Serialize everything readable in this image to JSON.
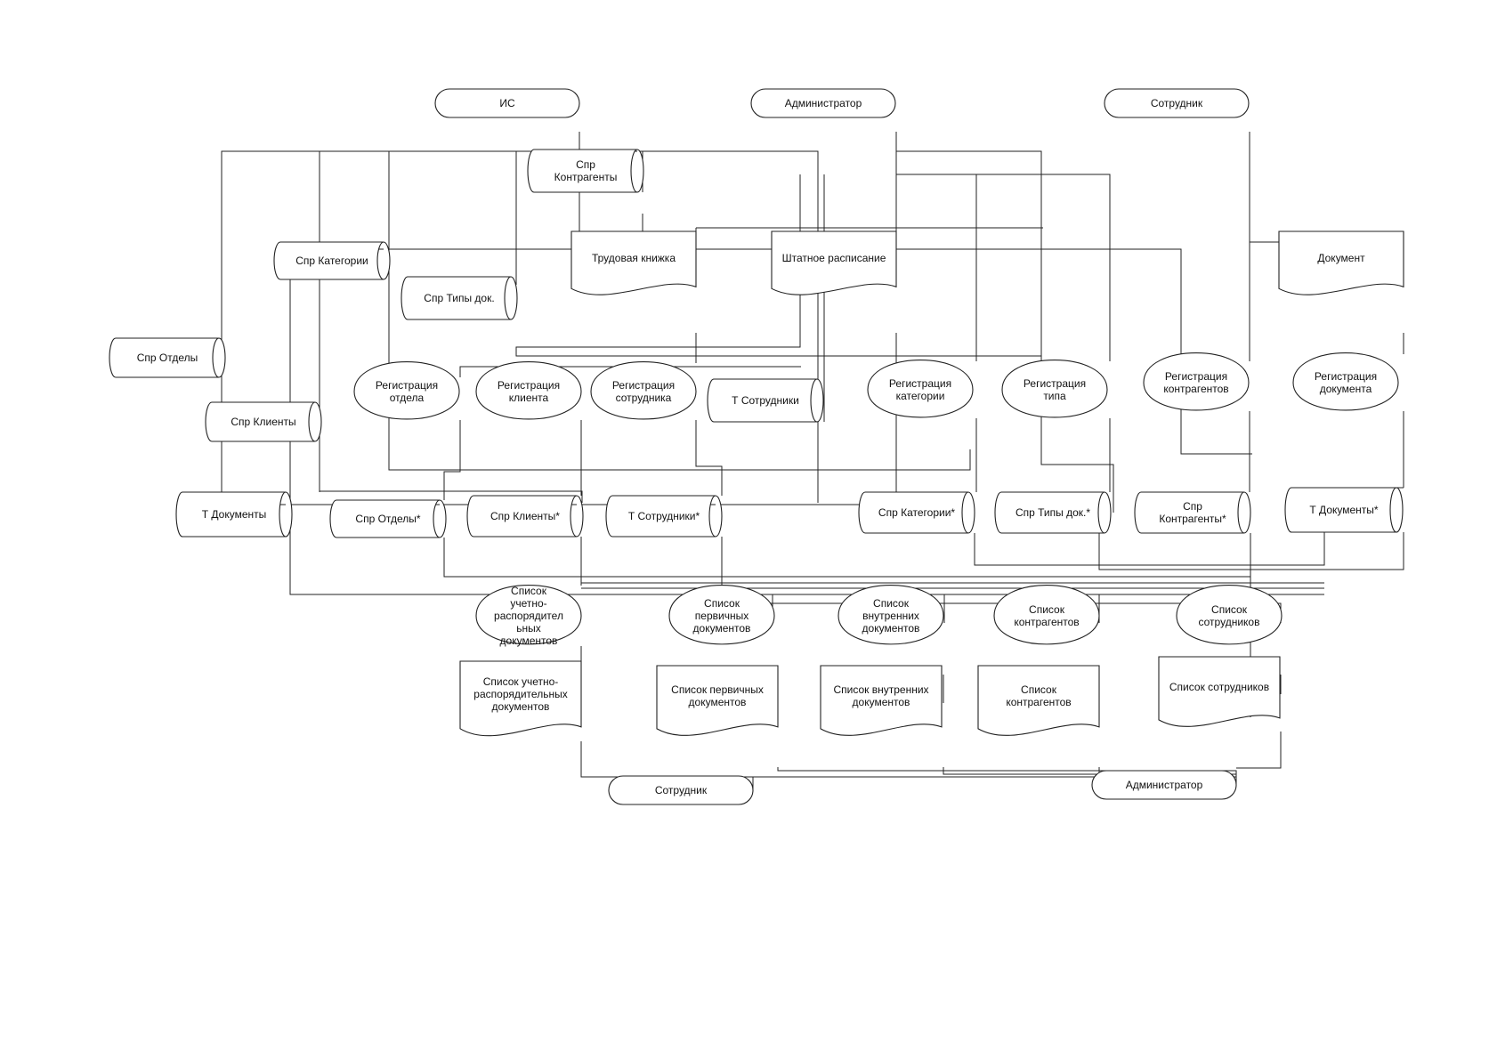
{
  "diagram": {
    "nodes": [
      {
        "id": "terminal-is",
        "kind": "terminal",
        "lines": [
          "ИС"
        ]
      },
      {
        "id": "terminal-administrator-top",
        "kind": "terminal",
        "lines": [
          "Администратор"
        ]
      },
      {
        "id": "terminal-sotrudnik-top",
        "kind": "terminal",
        "lines": [
          "Сотрудник"
        ]
      },
      {
        "id": "store-spr-kontragenty",
        "kind": "store",
        "lines": [
          "Спр",
          "Контрагенты"
        ]
      },
      {
        "id": "store-spr-kategorii",
        "kind": "store",
        "lines": [
          "Спр Категории"
        ]
      },
      {
        "id": "store-spr-tipy-dok",
        "kind": "store",
        "lines": [
          "Спр Типы док."
        ]
      },
      {
        "id": "store-spr-otdely",
        "kind": "store",
        "lines": [
          "Спр Отделы"
        ]
      },
      {
        "id": "store-spr-klienty",
        "kind": "store",
        "lines": [
          "Спр Клиенты"
        ]
      },
      {
        "id": "store-t-sotrudniki",
        "kind": "store",
        "lines": [
          "Т Сотрудники"
        ]
      },
      {
        "id": "doc-trudovaya-knizhka",
        "kind": "document",
        "lines": [
          "Трудовая книжка"
        ]
      },
      {
        "id": "doc-shtatnoe-raspisanie",
        "kind": "document",
        "lines": [
          "Штатное расписание"
        ]
      },
      {
        "id": "doc-dokument",
        "kind": "document",
        "lines": [
          "Документ"
        ]
      },
      {
        "id": "proc-registratsiya-otdela",
        "kind": "process",
        "lines": [
          "Регистрация",
          "отдела"
        ]
      },
      {
        "id": "proc-registratsiya-klienta",
        "kind": "process",
        "lines": [
          "Регистрация",
          "клиента"
        ]
      },
      {
        "id": "proc-registratsiya-sotrudnika",
        "kind": "process",
        "lines": [
          "Регистрация",
          "сотрудника"
        ]
      },
      {
        "id": "proc-registratsiya-kategorii",
        "kind": "process",
        "lines": [
          "Регистрация",
          "категории"
        ]
      },
      {
        "id": "proc-registratsiya-tipa",
        "kind": "process",
        "lines": [
          "Регистрация",
          "типа"
        ]
      },
      {
        "id": "proc-registratsiya-kontragentov",
        "kind": "process",
        "lines": [
          "Регистрация",
          "контрагентов"
        ]
      },
      {
        "id": "proc-registratsiya-dokumenta",
        "kind": "process",
        "lines": [
          "Регистрация",
          "документа"
        ]
      },
      {
        "id": "store-t-dokumenty",
        "kind": "store",
        "lines": [
          "Т Документы"
        ]
      },
      {
        "id": "store-spr-otdely-star",
        "kind": "store",
        "lines": [
          "Спр Отделы*"
        ]
      },
      {
        "id": "store-spr-klienty-star",
        "kind": "store",
        "lines": [
          "Спр Клиенты*"
        ]
      },
      {
        "id": "store-t-sotrudniki-star",
        "kind": "store",
        "lines": [
          "Т Сотрудники*"
        ]
      },
      {
        "id": "store-spr-kategorii-star",
        "kind": "store",
        "lines": [
          "Спр Категории*"
        ]
      },
      {
        "id": "store-spr-tipy-dok-star",
        "kind": "store",
        "lines": [
          "Спр Типы док.*"
        ]
      },
      {
        "id": "store-spr-kontragenty-star",
        "kind": "store",
        "lines": [
          "Спр",
          "Контрагенты*"
        ]
      },
      {
        "id": "store-t-dokumenty-star",
        "kind": "store",
        "lines": [
          "Т Документы*"
        ]
      },
      {
        "id": "proc-spisok-uchetno",
        "kind": "process",
        "lines": [
          "Список",
          "учетно-",
          "распорядител",
          "ьных",
          "документов"
        ]
      },
      {
        "id": "proc-spisok-pervichnykh",
        "kind": "process",
        "lines": [
          "Список",
          "первичных",
          "документов"
        ]
      },
      {
        "id": "proc-spisok-vnutrennikh",
        "kind": "process",
        "lines": [
          "Список",
          "внутренних",
          "документов"
        ]
      },
      {
        "id": "proc-spisok-kontragentov",
        "kind": "process",
        "lines": [
          "Список",
          "контрагентов"
        ]
      },
      {
        "id": "proc-spisok-sotrudnikov",
        "kind": "process",
        "lines": [
          "Список",
          "сотрудников"
        ]
      },
      {
        "id": "doc-spisok-uchetno",
        "kind": "document",
        "lines": [
          "Список учетно-",
          "распорядительных",
          "документов"
        ]
      },
      {
        "id": "doc-spisok-pervichnykh",
        "kind": "document",
        "lines": [
          "Список первичных",
          "документов"
        ]
      },
      {
        "id": "doc-spisok-vnutrennikh",
        "kind": "document",
        "lines": [
          "Список внутренних",
          "документов"
        ]
      },
      {
        "id": "doc-spisok-kontragentov",
        "kind": "document",
        "lines": [
          "Список",
          "контрагентов"
        ]
      },
      {
        "id": "doc-spisok-sotrudnikov",
        "kind": "document",
        "lines": [
          "Список сотрудников"
        ]
      },
      {
        "id": "terminal-sotrudnik-bottom",
        "kind": "terminal",
        "lines": [
          "Сотрудник"
        ]
      },
      {
        "id": "terminal-administrator-bottom",
        "kind": "terminal",
        "lines": [
          "Администратор"
        ]
      }
    ]
  }
}
